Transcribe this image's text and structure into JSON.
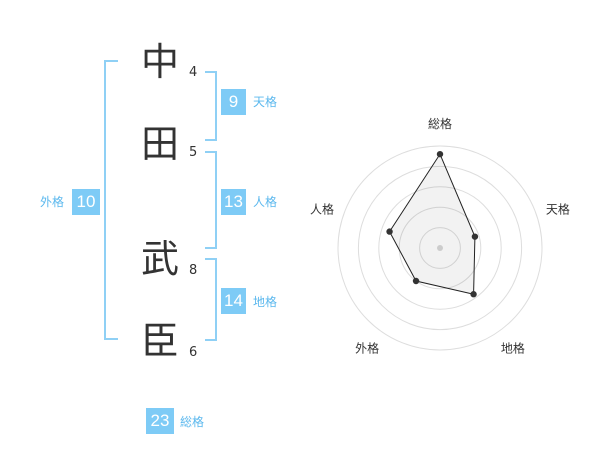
{
  "name": {
    "chars": [
      {
        "char": "中",
        "strokes": "4"
      },
      {
        "char": "田",
        "strokes": "5"
      },
      {
        "char": "武",
        "strokes": "8"
      },
      {
        "char": "臣",
        "strokes": "6"
      }
    ]
  },
  "grades": {
    "tenkaku": {
      "value": "9",
      "label": "天格"
    },
    "jinkaku": {
      "value": "13",
      "label": "人格"
    },
    "chikaku": {
      "value": "14",
      "label": "地格"
    },
    "gaikaku": {
      "value": "10",
      "label": "外格"
    },
    "soukaku": {
      "value": "23",
      "label": "総格"
    }
  },
  "colors": {
    "accent": "#7ecbf6",
    "bracket": "#8fd0f5",
    "text": "#333333"
  },
  "chart_data": {
    "type": "radar",
    "axes": [
      "総格",
      "天格",
      "地格",
      "外格",
      "人格"
    ],
    "values": [
      23,
      9,
      14,
      10,
      13
    ],
    "rings": 5
  }
}
